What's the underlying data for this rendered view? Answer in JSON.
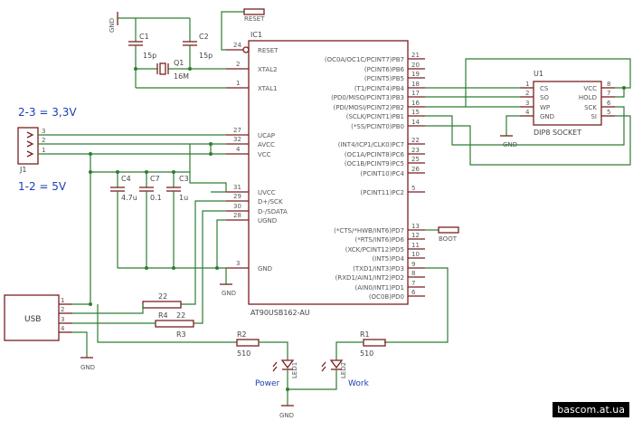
{
  "ic1": {
    "ref": "IC1",
    "part": "AT90USB162-AU",
    "left_pins": [
      {
        "label": "RESET",
        "num": "24"
      },
      {
        "label": "XTAL2",
        "num": "2"
      },
      {
        "label": "XTAL1",
        "num": "1"
      },
      {
        "label": "UCAP",
        "num": "27"
      },
      {
        "label": "AVCC",
        "num": "32"
      },
      {
        "label": "VCC",
        "num": "4"
      },
      {
        "label": "UVCC",
        "num": "31"
      },
      {
        "label": "D+/SCK",
        "num": "29"
      },
      {
        "label": "D-/SDATA",
        "num": "30"
      },
      {
        "label": "UGND",
        "num": "28"
      },
      {
        "label": "GND",
        "num": "3"
      }
    ],
    "right_pins": [
      {
        "label": "(OC0A/OC1C/PCINT7)PB7",
        "num": "21"
      },
      {
        "label": "(PCINT6)PB6",
        "num": "20"
      },
      {
        "label": "(PCINT5)PB5",
        "num": "19"
      },
      {
        "label": "(T1/PCINT4)PB4",
        "num": "18"
      },
      {
        "label": "(PD0/MISO/PCINT3)PB3",
        "num": "17"
      },
      {
        "label": "(PDI/MOSI/PCINT2)PB2",
        "num": "16"
      },
      {
        "label": "(SCLK/PCINT1)PB1",
        "num": "15"
      },
      {
        "label": "(*SS/PCINT0)PB0",
        "num": "14"
      },
      {
        "label": "(INT4/ICP1/CLK0)PC7",
        "num": "22"
      },
      {
        "label": "(OC1A/PCINT8)PC6",
        "num": "23"
      },
      {
        "label": "(OC1B/PCINT9)PC5",
        "num": "25"
      },
      {
        "label": "(PCINT10)PC4",
        "num": "26"
      },
      {
        "label": "(PCINT11)PC2",
        "num": "5"
      },
      {
        "label": "(*CTS/*HWB/INT6)PD7",
        "num": "13"
      },
      {
        "label": "(*RTS/INT6)PD6",
        "num": "12"
      },
      {
        "label": "(XCK/PCINT12)PD5",
        "num": "11"
      },
      {
        "label": "(INT5)PD4",
        "num": "10"
      },
      {
        "label": "(TXD1/INT3)PD3",
        "num": "9"
      },
      {
        "label": "(RXD1/AIN1/INT2)PD2",
        "num": "8"
      },
      {
        "label": "(AIN0/INT1)PD1",
        "num": "7"
      },
      {
        "label": "(OC0B)PD0",
        "num": "6"
      }
    ]
  },
  "u1": {
    "ref": "U1",
    "part": "DIP8 SOCKET",
    "left_pins": [
      {
        "label": "CS",
        "num": "1"
      },
      {
        "label": "SO",
        "num": "2"
      },
      {
        "label": "WP",
        "num": "3"
      },
      {
        "label": "GND",
        "num": "4"
      }
    ],
    "right_pins": [
      {
        "label": "VCC",
        "num": "8"
      },
      {
        "label": "HOLD",
        "num": "7"
      },
      {
        "label": "SCK",
        "num": "6"
      },
      {
        "label": "SI",
        "num": "5"
      }
    ]
  },
  "components": {
    "c1": {
      "ref": "C1",
      "value": "15p"
    },
    "c2": {
      "ref": "C2",
      "value": "15p"
    },
    "q1": {
      "ref": "Q1",
      "value": "16M"
    },
    "c3": {
      "ref": "C3",
      "value": "1u"
    },
    "c4": {
      "ref": "C4",
      "value": "4.7u"
    },
    "c7": {
      "ref": "C7",
      "value": "0.1"
    },
    "r1": {
      "ref": "R1",
      "value": "510"
    },
    "r2": {
      "ref": "R2",
      "value": "510"
    },
    "r3": {
      "ref": "R3",
      "value": "22"
    },
    "r4": {
      "ref": "R4",
      "value": "22"
    },
    "led1": {
      "ref": "LED1",
      "caption": "Power"
    },
    "led2": {
      "ref": "LED2",
      "caption": "Work"
    },
    "j1": {
      "ref": "J1",
      "pins": [
        "3",
        "2",
        "1"
      ]
    },
    "usb": {
      "label": "USB",
      "pins": [
        "1",
        "2",
        "3",
        "4"
      ]
    }
  },
  "nets": {
    "gnd": "GND",
    "reset": "RESET",
    "boot": "BOOT"
  },
  "notes": {
    "v33": "2-3 = 3,3V",
    "v5": "1-2 = 5V"
  },
  "watermark": "bascom.at.ua",
  "colors": {
    "wire": "#2e7d32",
    "component": "#7a1f1f",
    "note": "#1a3fb0"
  }
}
